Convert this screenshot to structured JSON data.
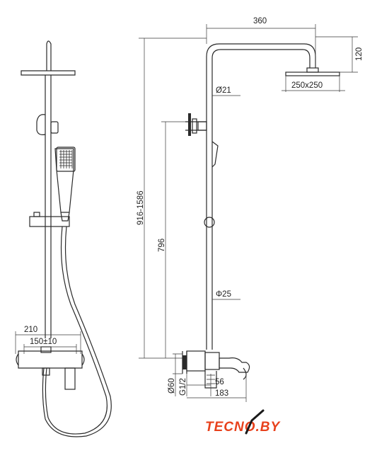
{
  "dimensions": {
    "d360": "360",
    "d120": "120",
    "head_size": "250x250",
    "pipe_top": "Ø21",
    "pipe_bottom": "Φ25",
    "height_range": "916-1586",
    "height_796": "796",
    "d210": "210",
    "d150": "150±10",
    "d60": "Ø60",
    "thread": "G1/2",
    "d56": "56",
    "d183": "183"
  },
  "brand": {
    "part1": "TEC",
    "part2": "NO.BY",
    "color_primary": "#e8411c",
    "color_dark": "#1a1a1a"
  }
}
